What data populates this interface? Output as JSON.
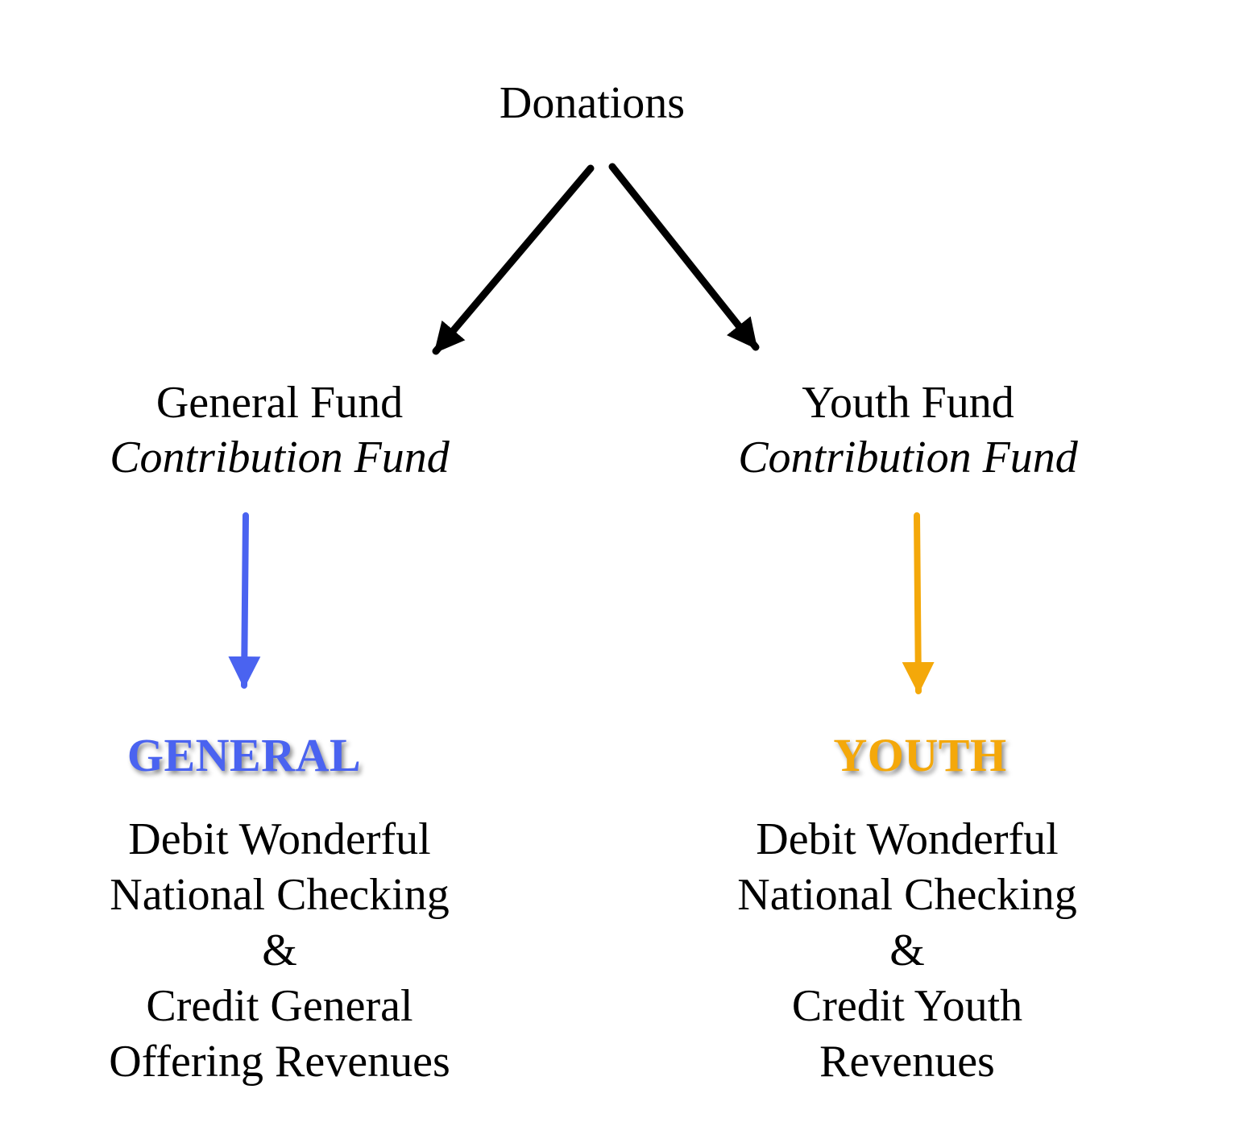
{
  "root": {
    "label": "Donations"
  },
  "funds": [
    {
      "name": "General Fund",
      "type": "Contribution Fund"
    },
    {
      "name": "Youth Fund",
      "type": "Contribution Fund"
    }
  ],
  "categories": [
    {
      "label": "GENERAL",
      "color": "#4A63F0"
    },
    {
      "label": "YOUTH",
      "color": "#F4A80A"
    }
  ],
  "entries": [
    {
      "lines": [
        "Debit Wonderful",
        "National Checking",
        "&",
        "Credit General",
        "Offering Revenues"
      ]
    },
    {
      "lines": [
        "Debit Wonderful",
        "National Checking",
        "&",
        "Credit Youth",
        "Revenues"
      ]
    }
  ],
  "arrow_colors": {
    "root": "#000000",
    "general": "#4A63F0",
    "youth": "#F4A80A"
  }
}
